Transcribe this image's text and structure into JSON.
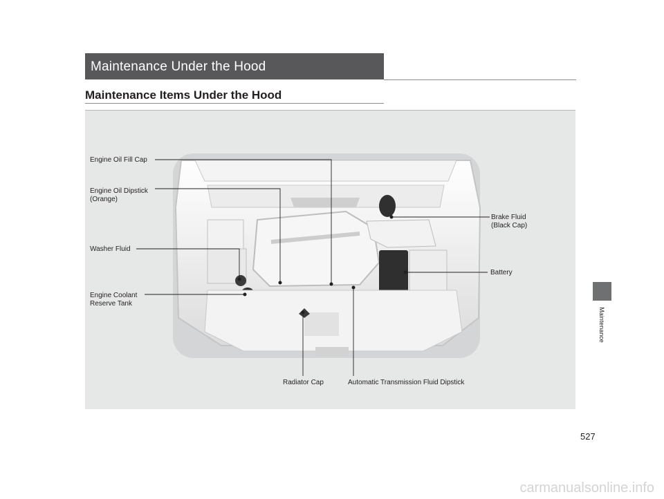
{
  "section": {
    "title": "Maintenance Under the Hood"
  },
  "subsection": {
    "title": "Maintenance Items Under the Hood"
  },
  "figure": {
    "labels": {
      "engine_oil_fill_cap": "Engine Oil Fill Cap",
      "engine_oil_dipstick_line1": "Engine Oil Dipstick",
      "engine_oil_dipstick_line2": "(Orange)",
      "washer_fluid": "Washer Fluid",
      "engine_coolant_line1": "Engine Coolant",
      "engine_coolant_line2": "Reserve Tank",
      "brake_fluid_line1": "Brake Fluid",
      "brake_fluid_line2": "(Black Cap)",
      "battery": "Battery",
      "radiator_cap": "Radiator Cap",
      "atf_dipstick": "Automatic Transmission Fluid Dipstick"
    }
  },
  "side_tab": {
    "label": "Maintenance"
  },
  "page": {
    "number": "527"
  },
  "watermark": "carmanualsonline.info",
  "colors": {
    "banner": "#58585a",
    "panel": "#e6e7e7",
    "tab": "#6f7072"
  }
}
